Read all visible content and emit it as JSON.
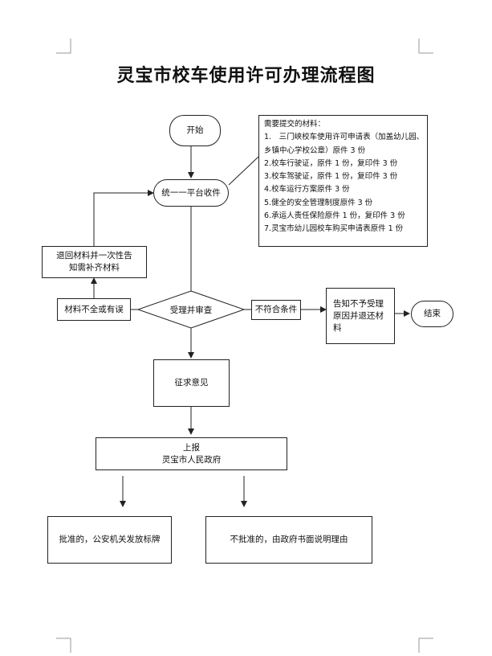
{
  "title": "灵宝市校车使用许可办理流程图",
  "nodes": {
    "start": "开始",
    "platform": "统一一平台收件",
    "return_materials": "退回材料并一次性告知需补齐材料",
    "incomplete": "材料不全或有误",
    "review": "受理并审查",
    "not_qualified": "不符合条件",
    "notify_reject": "告知不予受理原因并退还材料",
    "end": "结束",
    "consult": "征求意见",
    "report_line1": "上报",
    "report_line2": "灵宝市人民政府",
    "approved": "批准的，公安机关发放标牌",
    "not_approved": "不批准的，由政府书面说明理由"
  },
  "materials": {
    "heading": "需要提交的材料：",
    "items": [
      "1.　三门峡校车使用许可申请表（加盖幼儿园、",
      "乡镇中心学校公章）原件 3 份",
      "2.校车行驶证，原件 1 份，复印件 3 份",
      "3.校车驾驶证，原件 1 份，复印件 3 份",
      "4.校车运行方案原件 3 份",
      "5.健全的安全管理制度原件 3 份",
      "6.承运人责任保险原件 1 份，复印件 3 份",
      "7.灵宝市幼儿园校车购买申请表原件 1 份"
    ]
  }
}
